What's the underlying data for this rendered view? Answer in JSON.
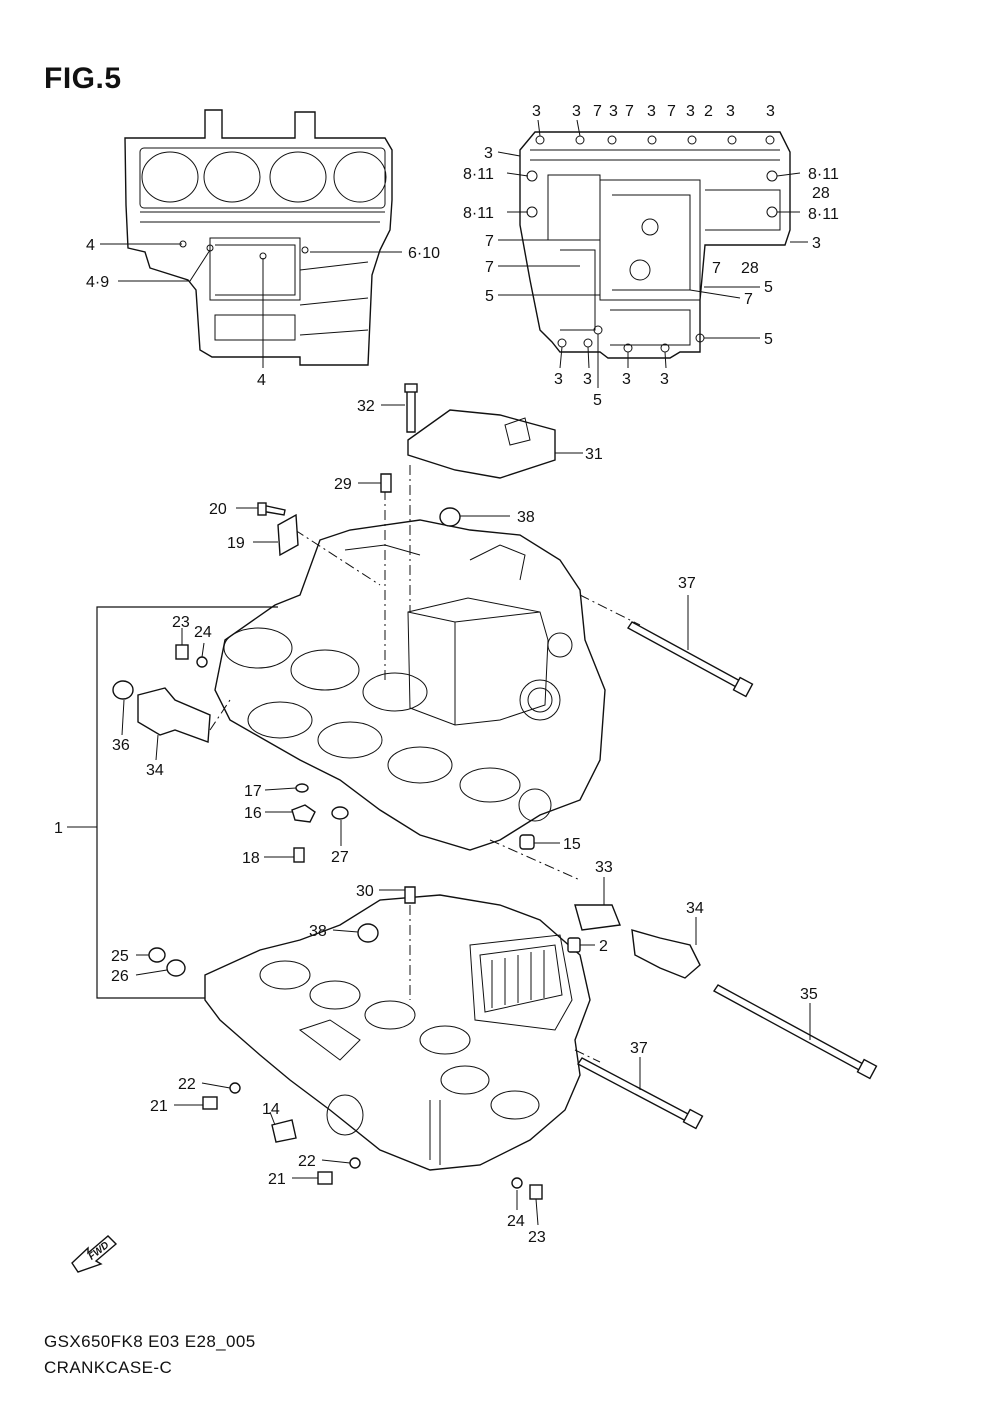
{
  "figure": {
    "title": "FIG.5",
    "code": "GSX650FK8 E03 E28_005",
    "name": "CRANKCASE-C"
  },
  "fwd_label": "FWD",
  "callouts": [
    {
      "id": "c-top-4a",
      "label": "4"
    },
    {
      "id": "c-top-49",
      "label": "4·9"
    },
    {
      "id": "c-top-610",
      "label": "6·10"
    },
    {
      "id": "c-top-4b",
      "label": "4"
    },
    {
      "id": "c-r-3a",
      "label": "3"
    },
    {
      "id": "c-r-3b",
      "label": "3"
    },
    {
      "id": "c-r-7a",
      "label": "7"
    },
    {
      "id": "c-r-3c",
      "label": "3"
    },
    {
      "id": "c-r-7b",
      "label": "7"
    },
    {
      "id": "c-r-3d",
      "label": "3"
    },
    {
      "id": "c-r-7c",
      "label": "7"
    },
    {
      "id": "c-r-3e",
      "label": "3"
    },
    {
      "id": "c-r-2",
      "label": "2"
    },
    {
      "id": "c-r-3f",
      "label": "3"
    },
    {
      "id": "c-r-3g",
      "label": "3"
    },
    {
      "id": "c-r-3h",
      "label": "3"
    },
    {
      "id": "c-r-811a",
      "label": "8·11"
    },
    {
      "id": "c-r-811b",
      "label": "8·11"
    },
    {
      "id": "c-r-811c",
      "label": "8·11"
    },
    {
      "id": "c-r-28a",
      "label": "28"
    },
    {
      "id": "c-r-811d",
      "label": "8·11"
    },
    {
      "id": "c-r-7d",
      "label": "7"
    },
    {
      "id": "c-r-3i",
      "label": "3"
    },
    {
      "id": "c-r-7e",
      "label": "7"
    },
    {
      "id": "c-r-7f",
      "label": "7"
    },
    {
      "id": "c-r-28b",
      "label": "28"
    },
    {
      "id": "c-r-5a",
      "label": "5"
    },
    {
      "id": "c-r-5b",
      "label": "5"
    },
    {
      "id": "c-r-7g",
      "label": "7"
    },
    {
      "id": "c-r-5c",
      "label": "5"
    },
    {
      "id": "c-r-3j",
      "label": "3"
    },
    {
      "id": "c-r-3k",
      "label": "3"
    },
    {
      "id": "c-r-3l",
      "label": "3"
    },
    {
      "id": "c-r-3m",
      "label": "3"
    },
    {
      "id": "c-r-5d",
      "label": "5"
    },
    {
      "id": "c-32",
      "label": "32"
    },
    {
      "id": "c-31",
      "label": "31"
    },
    {
      "id": "c-29",
      "label": "29"
    },
    {
      "id": "c-20",
      "label": "20"
    },
    {
      "id": "c-38a",
      "label": "38"
    },
    {
      "id": "c-19",
      "label": "19"
    },
    {
      "id": "c-37a",
      "label": "37"
    },
    {
      "id": "c-23a",
      "label": "23"
    },
    {
      "id": "c-24a",
      "label": "24"
    },
    {
      "id": "c-36",
      "label": "36"
    },
    {
      "id": "c-34a",
      "label": "34"
    },
    {
      "id": "c-17",
      "label": "17"
    },
    {
      "id": "c-1",
      "label": "1"
    },
    {
      "id": "c-16",
      "label": "16"
    },
    {
      "id": "c-15",
      "label": "15"
    },
    {
      "id": "c-18",
      "label": "18"
    },
    {
      "id": "c-27",
      "label": "27"
    },
    {
      "id": "c-33",
      "label": "33"
    },
    {
      "id": "c-30",
      "label": "30"
    },
    {
      "id": "c-34b",
      "label": "34"
    },
    {
      "id": "c-38b",
      "label": "38"
    },
    {
      "id": "c-2",
      "label": "2"
    },
    {
      "id": "c-25",
      "label": "25"
    },
    {
      "id": "c-26",
      "label": "26"
    },
    {
      "id": "c-35",
      "label": "35"
    },
    {
      "id": "c-37b",
      "label": "37"
    },
    {
      "id": "c-22a",
      "label": "22"
    },
    {
      "id": "c-21a",
      "label": "21"
    },
    {
      "id": "c-14",
      "label": "14"
    },
    {
      "id": "c-22b",
      "label": "22"
    },
    {
      "id": "c-21b",
      "label": "21"
    },
    {
      "id": "c-24b",
      "label": "24"
    },
    {
      "id": "c-23b",
      "label": "23"
    }
  ]
}
